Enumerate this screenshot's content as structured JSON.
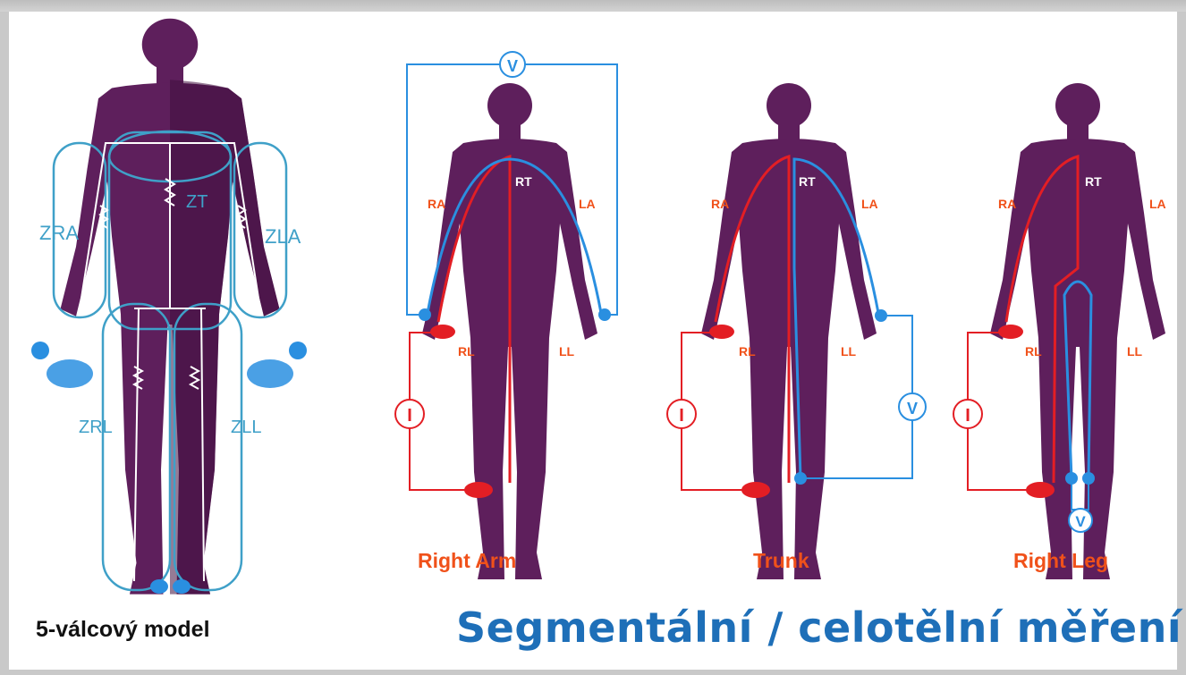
{
  "model": {
    "caption": "5-válcový model",
    "impedance_labels": {
      "ra": "ZRA",
      "la": "ZLA",
      "rl": "ZRL",
      "ll": "ZLL",
      "t": "ZT"
    }
  },
  "segments": [
    {
      "name": "Right Arm",
      "voltage": "V",
      "current": "I",
      "labels": {
        "ra": "RA",
        "la": "LA",
        "rt": "RT",
        "rl": "RL",
        "ll": "LL"
      }
    },
    {
      "name": "Trunk",
      "voltage": "V",
      "current": "I",
      "labels": {
        "ra": "RA",
        "la": "LA",
        "rt": "RT",
        "rl": "RL",
        "ll": "LL"
      }
    },
    {
      "name": "Right Leg",
      "voltage": "V",
      "current": "I",
      "labels": {
        "ra": "RA",
        "la": "LA",
        "rt": "RT",
        "rl": "RL",
        "ll": "LL"
      }
    }
  ],
  "title": "Segmentální / celotělní měření",
  "colors": {
    "body": "#5e1f5c",
    "body_dark": "#3f0f3e",
    "red": "#e31e24",
    "blue": "#2a8fe0",
    "cyl": "#3fa0c8",
    "orange": "#f0511a",
    "title": "#1e6fb8"
  }
}
